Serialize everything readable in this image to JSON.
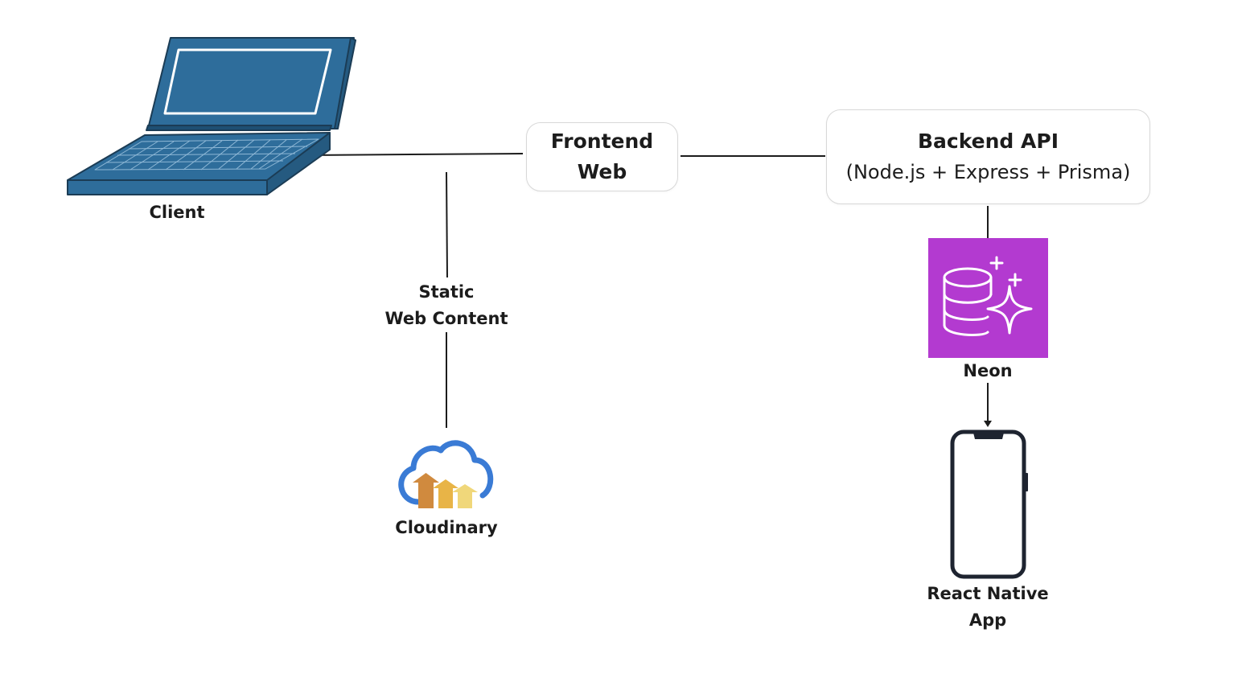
{
  "nodes": {
    "client": {
      "label": "Client",
      "icon": "laptop-icon"
    },
    "frontend": {
      "label_line1": "Frontend",
      "label_line2": "Web"
    },
    "backend": {
      "title": "Backend API",
      "subtitle": "(Node.js + Express + Prisma)"
    },
    "neon": {
      "label": "Neon",
      "icon": "database-sparkle-icon"
    },
    "cloudinary": {
      "label": "Cloudinary",
      "icon": "cloud-upload-icon"
    },
    "react_native": {
      "label_line1": "React Native",
      "label_line2": "App",
      "icon": "smartphone-icon"
    }
  },
  "edges": {
    "static_content": {
      "label_line1": "Static",
      "label_line2": "Web Content"
    }
  },
  "colors": {
    "laptop": "#2e6d9b",
    "neon_bg": "#b33ad0",
    "cloud_outline": "#3a7bd5",
    "arrow1": "#d08a3e",
    "arrow2": "#e8b447",
    "arrow3": "#f0d77a",
    "phone": "#1e2430",
    "line": "#1c1c1c"
  }
}
